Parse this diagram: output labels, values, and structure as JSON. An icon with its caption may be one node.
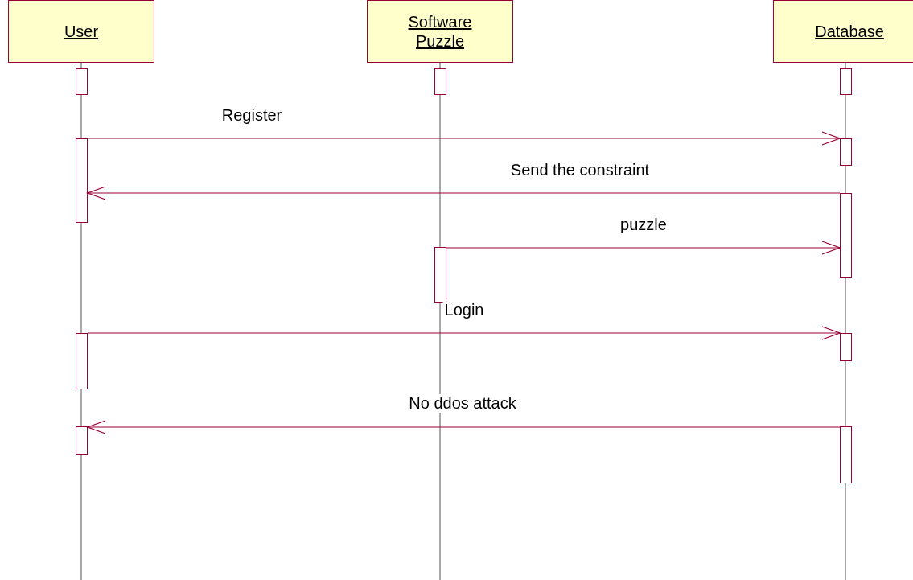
{
  "diagram": {
    "nodes": [
      {
        "text": [
          "User"
        ]
      },
      {
        "text": [
          "Software Puzzle"
        ]
      },
      {
        "text": [
          "Database"
        ]
      },
      {
        "text": [],
        "shape": "bar"
      },
      {
        "text": [],
        "shape": "bar"
      },
      {
        "text": [],
        "shape": "bar"
      },
      {
        "text": [],
        "shape": "bar"
      },
      {
        "text": [],
        "shape": "bar"
      },
      {
        "text": [],
        "shape": "bar"
      },
      {
        "text": [],
        "shape": "bar"
      },
      {
        "text": [],
        "shape": "bar"
      },
      {
        "text": [],
        "shape": "bar"
      },
      {
        "text": [],
        "shape": "bar"
      },
      {
        "text": [],
        "shape": "bar"
      }
    ],
    "edges": [
      {
        "from": 6,
        "to": 7,
        "arrow": "to",
        "label": "Register"
      },
      {
        "from": 8,
        "to": 6,
        "arrow": "to",
        "label": "Send the constraint"
      },
      {
        "from": 9,
        "to": 8,
        "arrow": "to",
        "label": "puzzle"
      },
      {
        "from": 10,
        "to": 11,
        "arrow": "to",
        "label": "Login"
      },
      {
        "from": 13,
        "to": 12,
        "arrow": "to",
        "label": "No ddos attack"
      }
    ]
  }
}
